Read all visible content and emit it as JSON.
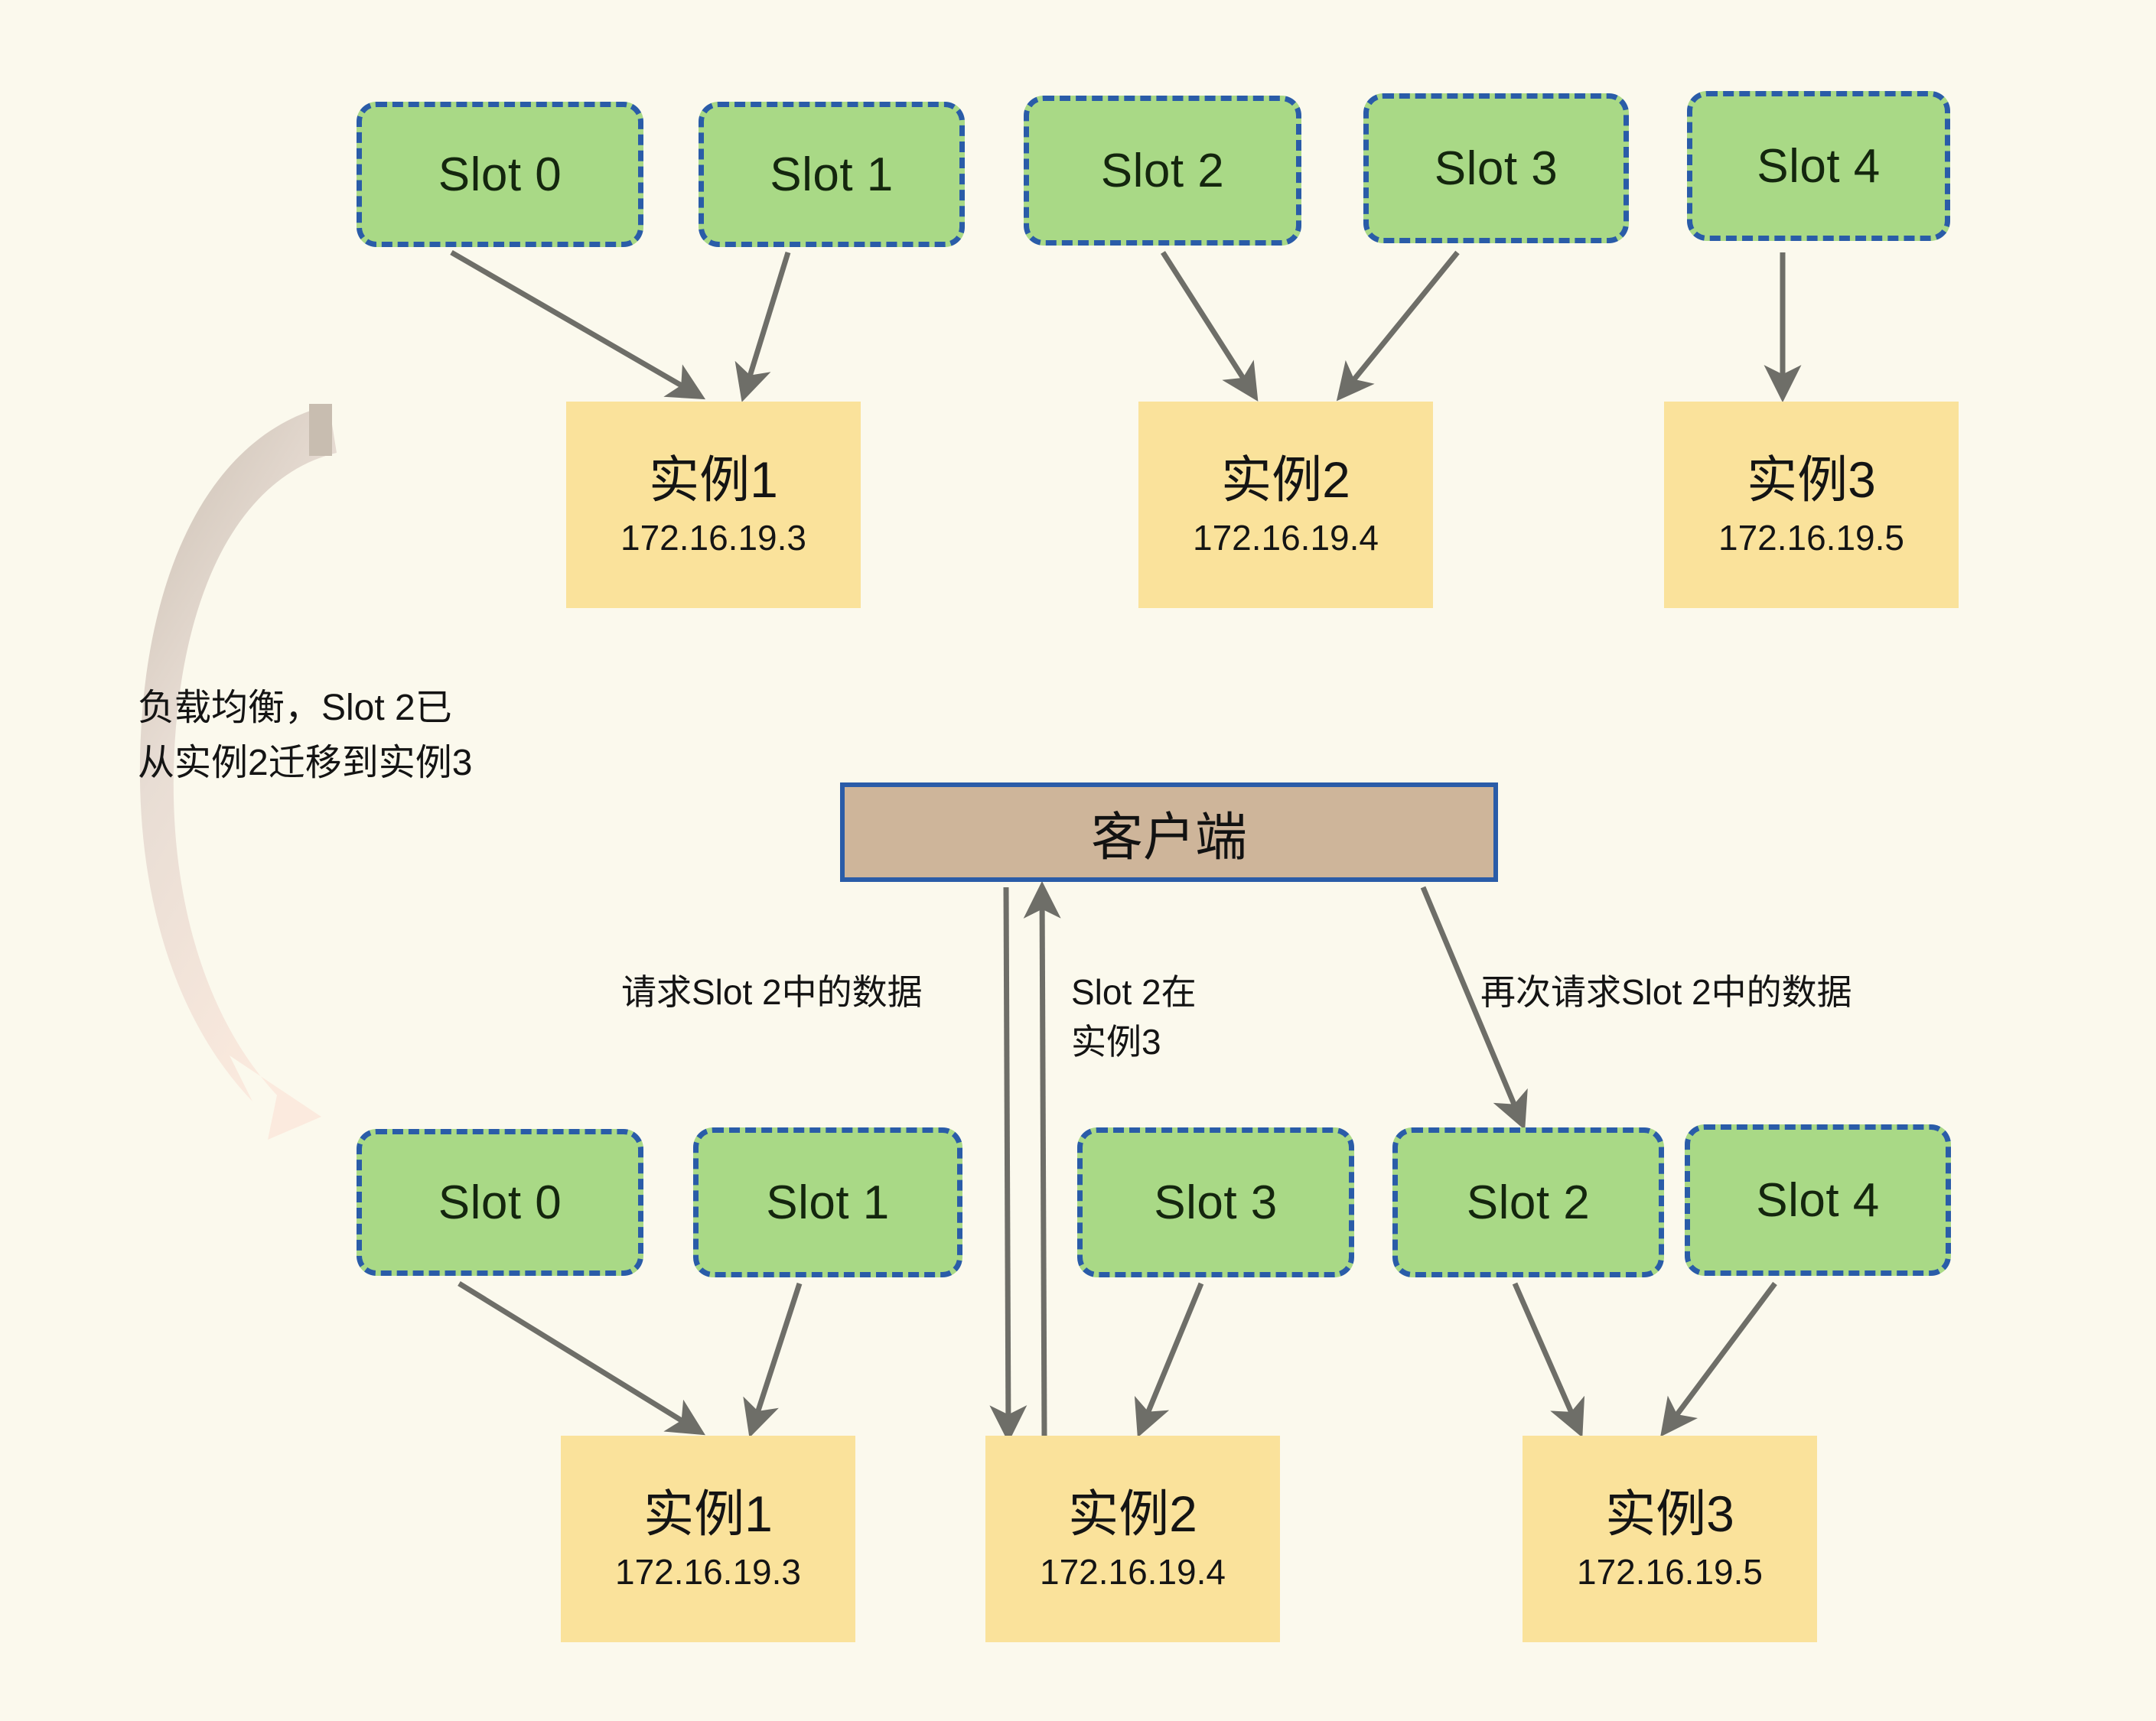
{
  "diagram": {
    "title": "Redis Cluster Slot Migration / Client Redirect",
    "background_color": "#fbf9ed",
    "slot_fill": "#a9d986",
    "slot_border": "#2a5ca8",
    "instance_fill": "#fae29b",
    "client_fill": "#ceb59a",
    "arrow_color": "#6e6e68",
    "migration_arrow_gradient": [
      "#c8bdb0",
      "#faeae0"
    ]
  },
  "top_row": {
    "slots": [
      {
        "label": "Slot 0"
      },
      {
        "label": "Slot 1"
      },
      {
        "label": "Slot 2"
      },
      {
        "label": "Slot 3"
      },
      {
        "label": "Slot 4"
      }
    ],
    "instances": [
      {
        "name": "实例1",
        "ip": "172.16.19.3"
      },
      {
        "name": "实例2",
        "ip": "172.16.19.4"
      },
      {
        "name": "实例3",
        "ip": "172.16.19.5"
      }
    ]
  },
  "bottom_row": {
    "slots": [
      {
        "label": "Slot 0"
      },
      {
        "label": "Slot 1"
      },
      {
        "label": "Slot 3"
      },
      {
        "label": "Slot 2"
      },
      {
        "label": "Slot 4"
      }
    ],
    "instances": [
      {
        "name": "实例1",
        "ip": "172.16.19.3"
      },
      {
        "name": "实例2",
        "ip": "172.16.19.4"
      },
      {
        "name": "实例3",
        "ip": "172.16.19.5"
      }
    ]
  },
  "client": {
    "label": "客户端"
  },
  "annotations": {
    "migration": "负载均衡，Slot 2已\n从实例2迁移到实例3",
    "request": "请求Slot 2中的数据",
    "redirect": "Slot 2在\n实例3",
    "rerequest": "再次请求Slot 2中的数据"
  }
}
